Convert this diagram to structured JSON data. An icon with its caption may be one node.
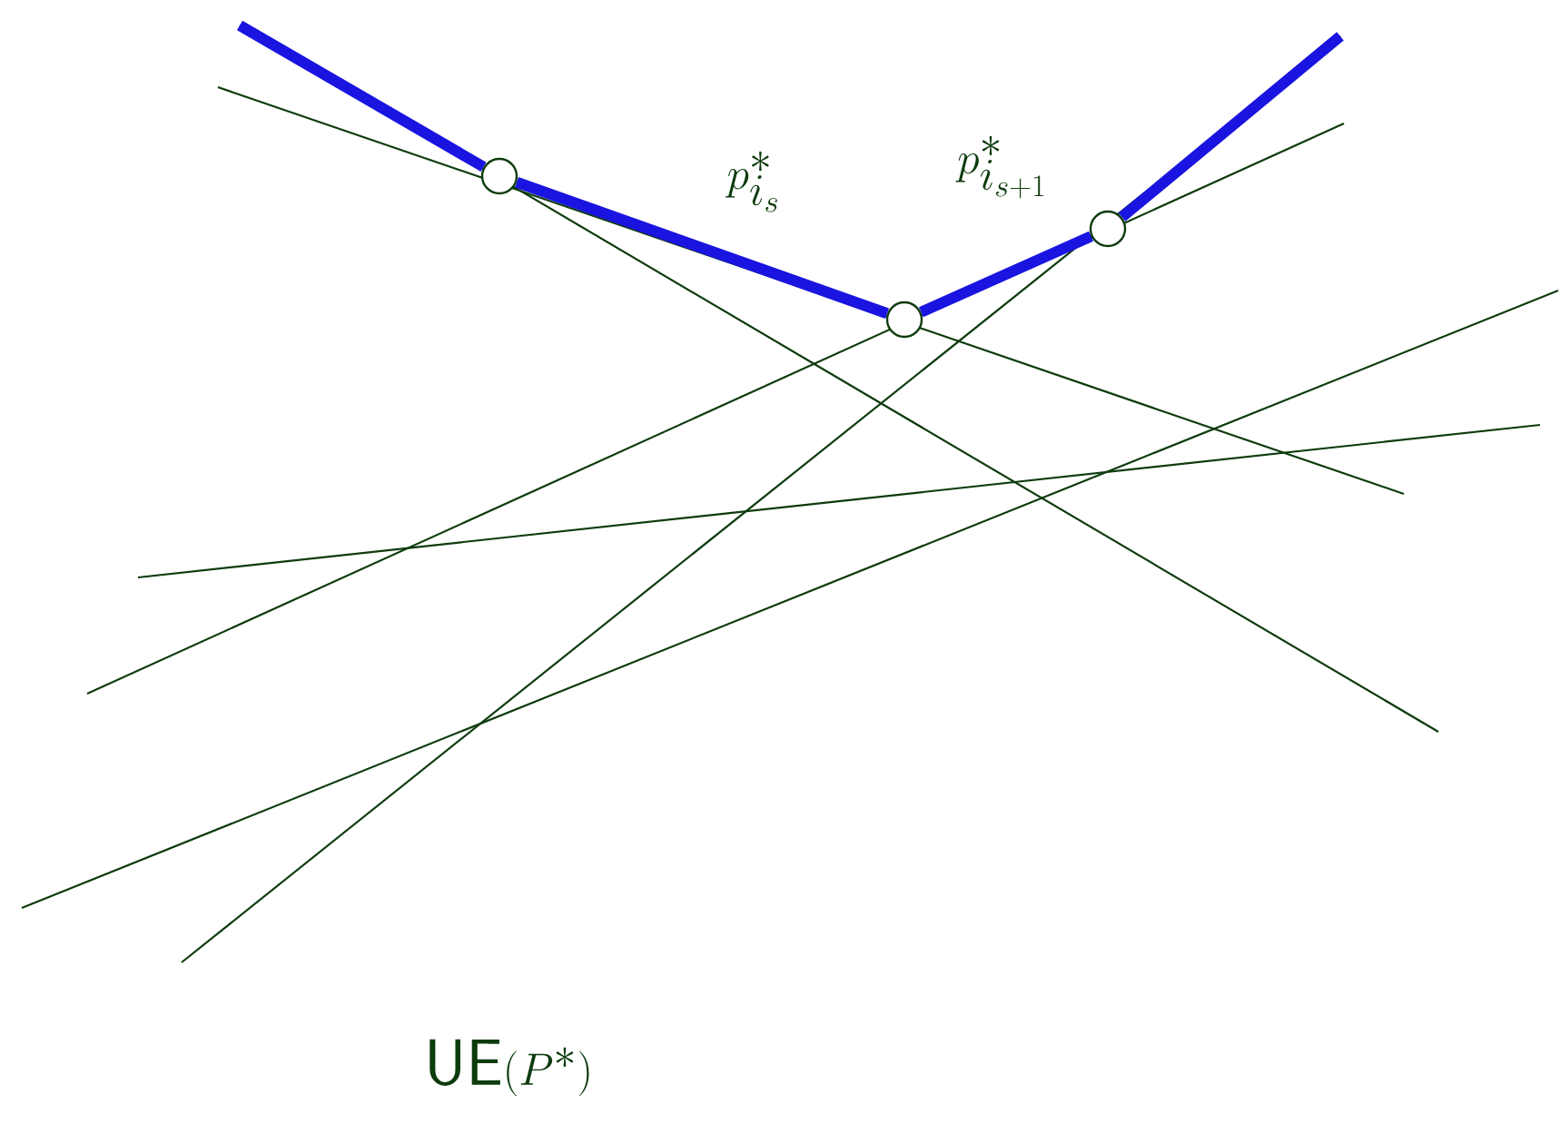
{
  "diagram": {
    "nodes": [
      {
        "text": [],
        "shape": "circle"
      },
      {
        "text": [],
        "shape": "circle"
      },
      {
        "text": [],
        "shape": "circle"
      }
    ],
    "edges": [
      {
        "from": null,
        "to": 0,
        "arrow": "none"
      },
      {
        "from": 0,
        "to": 1,
        "arrow": "none"
      },
      {
        "from": 1,
        "to": 2,
        "arrow": "none"
      },
      {
        "from": 2,
        "to": null,
        "arrow": "none"
      }
    ],
    "labels": [
      "p^*_{i_s}",
      "p^*_{i_{s+1}}",
      "\\mathsf{UE}(P^*)"
    ]
  }
}
